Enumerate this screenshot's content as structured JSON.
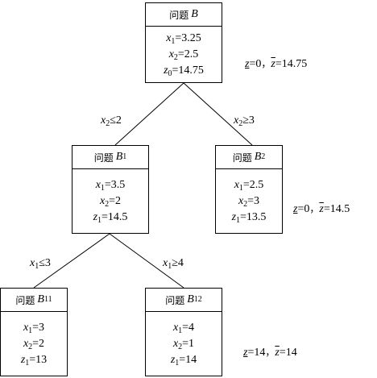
{
  "nodes": {
    "B": {
      "title_zh": "问题",
      "title_var": "B",
      "title_sub": "",
      "lines": [
        {
          "v": "x",
          "s": "1",
          "val": "=3.25"
        },
        {
          "v": "x",
          "s": "2",
          "val": "=2.5"
        },
        {
          "v": "z",
          "s": "0",
          "val": "=14.75"
        }
      ]
    },
    "B1": {
      "title_zh": "问题",
      "title_var": "B",
      "title_sub": "1",
      "lines": [
        {
          "v": "x",
          "s": "1",
          "val": "=3.5"
        },
        {
          "v": "x",
          "s": "2",
          "val": "=2"
        },
        {
          "v": "z",
          "s": "1",
          "val": "=14.5"
        }
      ]
    },
    "B2": {
      "title_zh": "问题",
      "title_var": "B",
      "title_sub": "2",
      "lines": [
        {
          "v": "x",
          "s": "1",
          "val": "=2.5"
        },
        {
          "v": "x",
          "s": "2",
          "val": "=3"
        },
        {
          "v": "z",
          "s": "1",
          "val": "=13.5"
        }
      ]
    },
    "B11": {
      "title_zh": "问题",
      "title_var": "B",
      "title_sub": "11",
      "lines": [
        {
          "v": "x",
          "s": "1",
          "val": "=3"
        },
        {
          "v": "x",
          "s": "2",
          "val": "=2"
        },
        {
          "v": "z",
          "s": "1",
          "val": "=13"
        }
      ]
    },
    "B12": {
      "title_zh": "问题",
      "title_var": "B",
      "title_sub": "12",
      "lines": [
        {
          "v": "x",
          "s": "1",
          "val": "=4"
        },
        {
          "v": "x",
          "s": "2",
          "val": "=1"
        },
        {
          "v": "z",
          "s": "1",
          "val": "=14"
        }
      ]
    }
  },
  "edges": {
    "b_b1": {
      "v": "x",
      "s": "2",
      "op": "≤2"
    },
    "b_b2": {
      "v": "x",
      "s": "2",
      "op": "≥3"
    },
    "b1_b11": {
      "v": "x",
      "s": "1",
      "op": "≤3"
    },
    "b1_b12": {
      "v": "x",
      "s": "1",
      "op": "≥4"
    }
  },
  "bounds": {
    "level1": {
      "lower_var": "z",
      "lower_val": "=0",
      "sep": "，",
      "upper_var": "z",
      "upper_val": "=14.75"
    },
    "level2": {
      "lower_var": "z",
      "lower_val": "=0",
      "sep": "，",
      "upper_var": "z",
      "upper_val": "=14.5"
    },
    "level3": {
      "lower_var": "z",
      "lower_val": "=14",
      "sep": "，",
      "upper_var": "z",
      "upper_val": "=14"
    }
  }
}
